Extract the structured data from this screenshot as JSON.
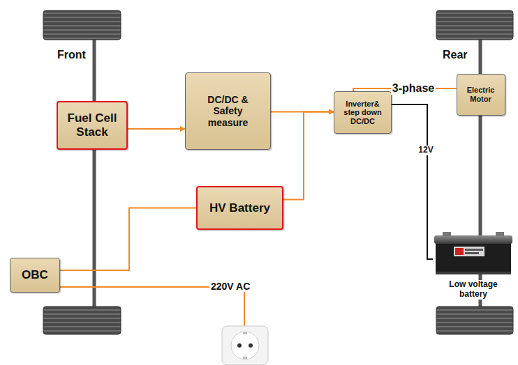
{
  "diagram": {
    "nodes": [
      {
        "text": [
          "Fuel Cell Stack"
        ]
      },
      {
        "text": [
          "DC/DC & Safety measure"
        ]
      },
      {
        "text": [
          "HV Battery"
        ]
      },
      {
        "text": [
          "OBC"
        ]
      },
      {
        "text": [
          "Inverter& step down DC/DC"
        ]
      },
      {
        "text": [
          "Electric Motor"
        ]
      },
      {
        "text": [
          "Low voltage battery"
        ]
      }
    ],
    "edges": [
      {
        "from": 0,
        "to": 1,
        "arrow": "to"
      },
      {
        "from": 1,
        "to": 4,
        "arrow": "to"
      },
      {
        "from": 2,
        "to": 4,
        "arrow": "to"
      },
      {
        "from": 3,
        "to": 2,
        "arrow": "none"
      },
      {
        "from": 4,
        "to": 5,
        "label": "3-phase",
        "arrow": "none"
      },
      {
        "from": 4,
        "to": 6,
        "label": "12V",
        "arrow": "none"
      }
    ],
    "labels": [
      "Front",
      "Rear",
      "220V AC"
    ]
  }
}
